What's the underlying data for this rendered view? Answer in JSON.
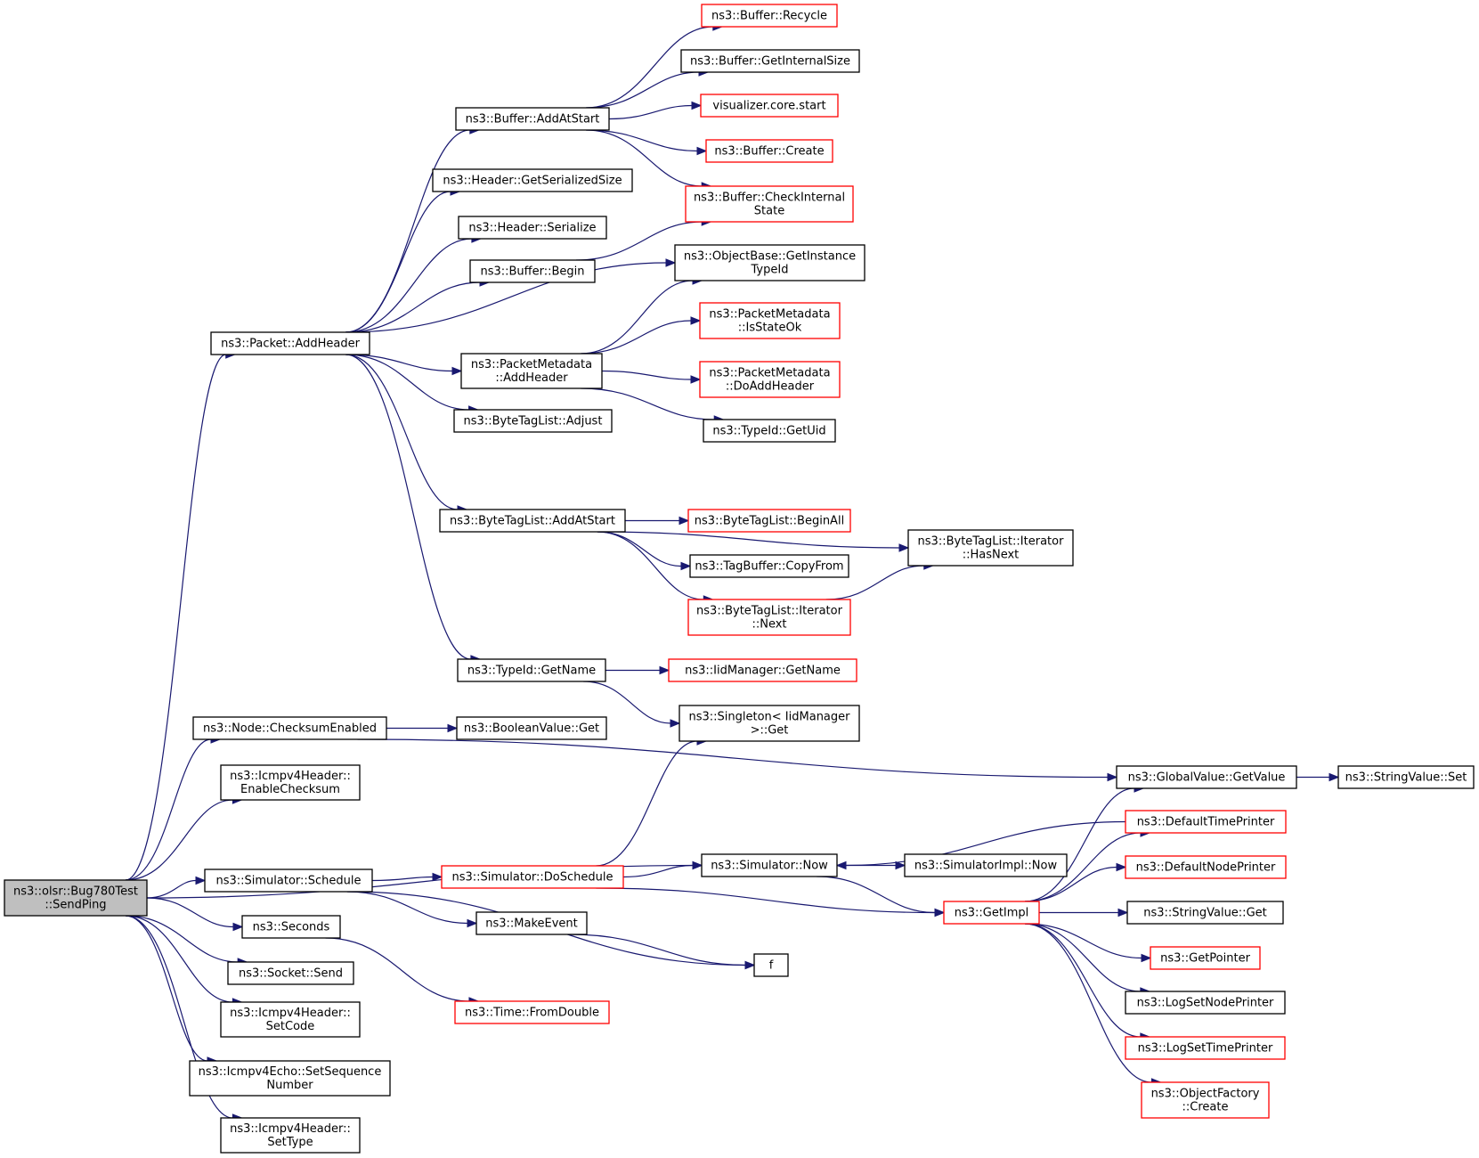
{
  "colors": {
    "edge": "#191970",
    "box_border": "#000000",
    "box_border_linked": "#ff0000",
    "root_fill": "#bfbfbf",
    "box_fill": "#ffffff"
  },
  "nodes": [
    {
      "id": "root",
      "lines": [
        "ns3::olsr::Bug780Test",
        "::SendPing"
      ],
      "style": "root"
    },
    {
      "id": "addheader",
      "lines": [
        "ns3::Packet::AddHeader"
      ],
      "style": "black"
    },
    {
      "id": "checksumenabled",
      "lines": [
        "ns3::Node::ChecksumEnabled"
      ],
      "style": "black"
    },
    {
      "id": "enablechecksum",
      "lines": [
        "ns3::Icmpv4Header::",
        "EnableChecksum"
      ],
      "style": "black"
    },
    {
      "id": "schedule",
      "lines": [
        "ns3::Simulator::Schedule"
      ],
      "style": "black"
    },
    {
      "id": "seconds",
      "lines": [
        "ns3::Seconds"
      ],
      "style": "black"
    },
    {
      "id": "send",
      "lines": [
        "ns3::Socket::Send"
      ],
      "style": "black"
    },
    {
      "id": "setcode",
      "lines": [
        "ns3::Icmpv4Header::",
        "SetCode"
      ],
      "style": "black"
    },
    {
      "id": "setseq",
      "lines": [
        "ns3::Icmpv4Echo::SetSequence",
        "Number"
      ],
      "style": "black"
    },
    {
      "id": "settype",
      "lines": [
        "ns3::Icmpv4Header::",
        "SetType"
      ],
      "style": "black"
    },
    {
      "id": "addatstart",
      "lines": [
        "ns3::Buffer::AddAtStart"
      ],
      "style": "black"
    },
    {
      "id": "getserializedsize",
      "lines": [
        "ns3::Header::GetSerializedSize"
      ],
      "style": "black"
    },
    {
      "id": "serialize",
      "lines": [
        "ns3::Header::Serialize"
      ],
      "style": "black"
    },
    {
      "id": "bufferbegin",
      "lines": [
        "ns3::Buffer::Begin"
      ],
      "style": "black"
    },
    {
      "id": "pmaddheader",
      "lines": [
        "ns3::PacketMetadata",
        "::AddHeader"
      ],
      "style": "black"
    },
    {
      "id": "btladjust",
      "lines": [
        "ns3::ByteTagList::Adjust"
      ],
      "style": "black"
    },
    {
      "id": "btladdatstart",
      "lines": [
        "ns3::ByteTagList::AddAtStart"
      ],
      "style": "black"
    },
    {
      "id": "typeidgetname",
      "lines": [
        "ns3::TypeId::GetName"
      ],
      "style": "black"
    },
    {
      "id": "recycle",
      "lines": [
        "ns3::Buffer::Recycle"
      ],
      "style": "red"
    },
    {
      "id": "getinternalsize",
      "lines": [
        "ns3::Buffer::GetInternalSize"
      ],
      "style": "black"
    },
    {
      "id": "vizstart",
      "lines": [
        "visualizer.core.start"
      ],
      "style": "red"
    },
    {
      "id": "buffercreate",
      "lines": [
        "ns3::Buffer::Create"
      ],
      "style": "red"
    },
    {
      "id": "checkinternal",
      "lines": [
        "ns3::Buffer::CheckInternal",
        "State"
      ],
      "style": "red"
    },
    {
      "id": "getinstancetypeid",
      "lines": [
        "ns3::ObjectBase::GetInstance",
        "TypeId"
      ],
      "style": "black"
    },
    {
      "id": "isstateok",
      "lines": [
        "ns3::PacketMetadata",
        "::IsStateOk"
      ],
      "style": "red"
    },
    {
      "id": "doaddheader",
      "lines": [
        "ns3::PacketMetadata",
        "::DoAddHeader"
      ],
      "style": "red"
    },
    {
      "id": "getuid",
      "lines": [
        "ns3::TypeId::GetUid"
      ],
      "style": "black"
    },
    {
      "id": "beginall",
      "lines": [
        "ns3::ByteTagList::BeginAll"
      ],
      "style": "red"
    },
    {
      "id": "copyfrom",
      "lines": [
        "ns3::TagBuffer::CopyFrom"
      ],
      "style": "black"
    },
    {
      "id": "iternext",
      "lines": [
        "ns3::ByteTagList::Iterator",
        "::Next"
      ],
      "style": "red"
    },
    {
      "id": "hasnext",
      "lines": [
        "ns3::ByteTagList::Iterator",
        "::HasNext"
      ],
      "style": "black"
    },
    {
      "id": "iidgetname",
      "lines": [
        "ns3::IidManager::GetName"
      ],
      "style": "red"
    },
    {
      "id": "singletonget",
      "lines": [
        "ns3::Singleton< IidManager",
        ">::Get"
      ],
      "style": "black"
    },
    {
      "id": "booleanget",
      "lines": [
        "ns3::BooleanValue::Get"
      ],
      "style": "black"
    },
    {
      "id": "doschedule",
      "lines": [
        "ns3::Simulator::DoSchedule"
      ],
      "style": "red"
    },
    {
      "id": "makeevent",
      "lines": [
        "ns3::MakeEvent"
      ],
      "style": "black"
    },
    {
      "id": "f",
      "lines": [
        "f"
      ],
      "style": "black"
    },
    {
      "id": "fromdouble",
      "lines": [
        "ns3::Time::FromDouble"
      ],
      "style": "red"
    },
    {
      "id": "simnow",
      "lines": [
        "ns3::Simulator::Now"
      ],
      "style": "black"
    },
    {
      "id": "simimplnow",
      "lines": [
        "ns3::SimulatorImpl::Now"
      ],
      "style": "black"
    },
    {
      "id": "getimpl",
      "lines": [
        "ns3::GetImpl"
      ],
      "style": "red"
    },
    {
      "id": "globalgetvalue",
      "lines": [
        "ns3::GlobalValue::GetValue"
      ],
      "style": "black"
    },
    {
      "id": "stringset",
      "lines": [
        "ns3::StringValue::Set"
      ],
      "style": "black"
    },
    {
      "id": "defaulttimeprinter",
      "lines": [
        "ns3::DefaultTimePrinter"
      ],
      "style": "red"
    },
    {
      "id": "defaultnodeprinter",
      "lines": [
        "ns3::DefaultNodePrinter"
      ],
      "style": "red"
    },
    {
      "id": "stringget",
      "lines": [
        "ns3::StringValue::Get"
      ],
      "style": "black"
    },
    {
      "id": "getpointer",
      "lines": [
        "ns3::GetPointer"
      ],
      "style": "red"
    },
    {
      "id": "logsetnodeprinter",
      "lines": [
        "ns3::LogSetNodePrinter"
      ],
      "style": "black"
    },
    {
      "id": "logsettimeprinter",
      "lines": [
        "ns3::LogSetTimePrinter"
      ],
      "style": "red"
    },
    {
      "id": "objfactorycreate",
      "lines": [
        "ns3::ObjectFactory",
        "::Create"
      ],
      "style": "red"
    }
  ],
  "edges": [
    [
      "root",
      "addheader"
    ],
    [
      "root",
      "checksumenabled"
    ],
    [
      "root",
      "enablechecksum"
    ],
    [
      "root",
      "simnow"
    ],
    [
      "root",
      "schedule"
    ],
    [
      "root",
      "seconds"
    ],
    [
      "root",
      "send"
    ],
    [
      "root",
      "setcode"
    ],
    [
      "root",
      "setseq"
    ],
    [
      "root",
      "settype"
    ],
    [
      "addheader",
      "addatstart"
    ],
    [
      "addheader",
      "getserializedsize"
    ],
    [
      "addheader",
      "serialize"
    ],
    [
      "addheader",
      "bufferbegin"
    ],
    [
      "addheader",
      "getinstancetypeid"
    ],
    [
      "addheader",
      "pmaddheader"
    ],
    [
      "addheader",
      "btladjust"
    ],
    [
      "addheader",
      "btladdatstart"
    ],
    [
      "addheader",
      "typeidgetname"
    ],
    [
      "addatstart",
      "recycle"
    ],
    [
      "addatstart",
      "getinternalsize"
    ],
    [
      "addatstart",
      "vizstart"
    ],
    [
      "addatstart",
      "buffercreate"
    ],
    [
      "addatstart",
      "checkinternal"
    ],
    [
      "bufferbegin",
      "checkinternal"
    ],
    [
      "pmaddheader",
      "getinstancetypeid"
    ],
    [
      "pmaddheader",
      "isstateok"
    ],
    [
      "pmaddheader",
      "doaddheader"
    ],
    [
      "pmaddheader",
      "getuid"
    ],
    [
      "btladdatstart",
      "hasnext"
    ],
    [
      "btladdatstart",
      "beginall"
    ],
    [
      "btladdatstart",
      "copyfrom"
    ],
    [
      "btladdatstart",
      "iternext"
    ],
    [
      "iternext",
      "hasnext"
    ],
    [
      "typeidgetname",
      "iidgetname"
    ],
    [
      "typeidgetname",
      "singletonget"
    ],
    [
      "checksumenabled",
      "booleanget"
    ],
    [
      "checksumenabled",
      "globalgetvalue"
    ],
    [
      "schedule",
      "doschedule"
    ],
    [
      "schedule",
      "makeevent"
    ],
    [
      "schedule",
      "f"
    ],
    [
      "seconds",
      "fromdouble"
    ],
    [
      "doschedule",
      "singletonget"
    ],
    [
      "doschedule",
      "simnow"
    ],
    [
      "doschedule",
      "getimpl"
    ],
    [
      "makeevent",
      "f"
    ],
    [
      "simnow",
      "simimplnow"
    ],
    [
      "simnow",
      "getimpl"
    ],
    [
      "defaulttimeprinter",
      "simnow"
    ],
    [
      "globalgetvalue",
      "stringset"
    ],
    [
      "getimpl",
      "globalgetvalue"
    ],
    [
      "getimpl",
      "defaulttimeprinter"
    ],
    [
      "getimpl",
      "defaultnodeprinter"
    ],
    [
      "getimpl",
      "stringget"
    ],
    [
      "getimpl",
      "getpointer"
    ],
    [
      "getimpl",
      "logsetnodeprinter"
    ],
    [
      "getimpl",
      "logsettimeprinter"
    ],
    [
      "getimpl",
      "objfactorycreate"
    ]
  ]
}
